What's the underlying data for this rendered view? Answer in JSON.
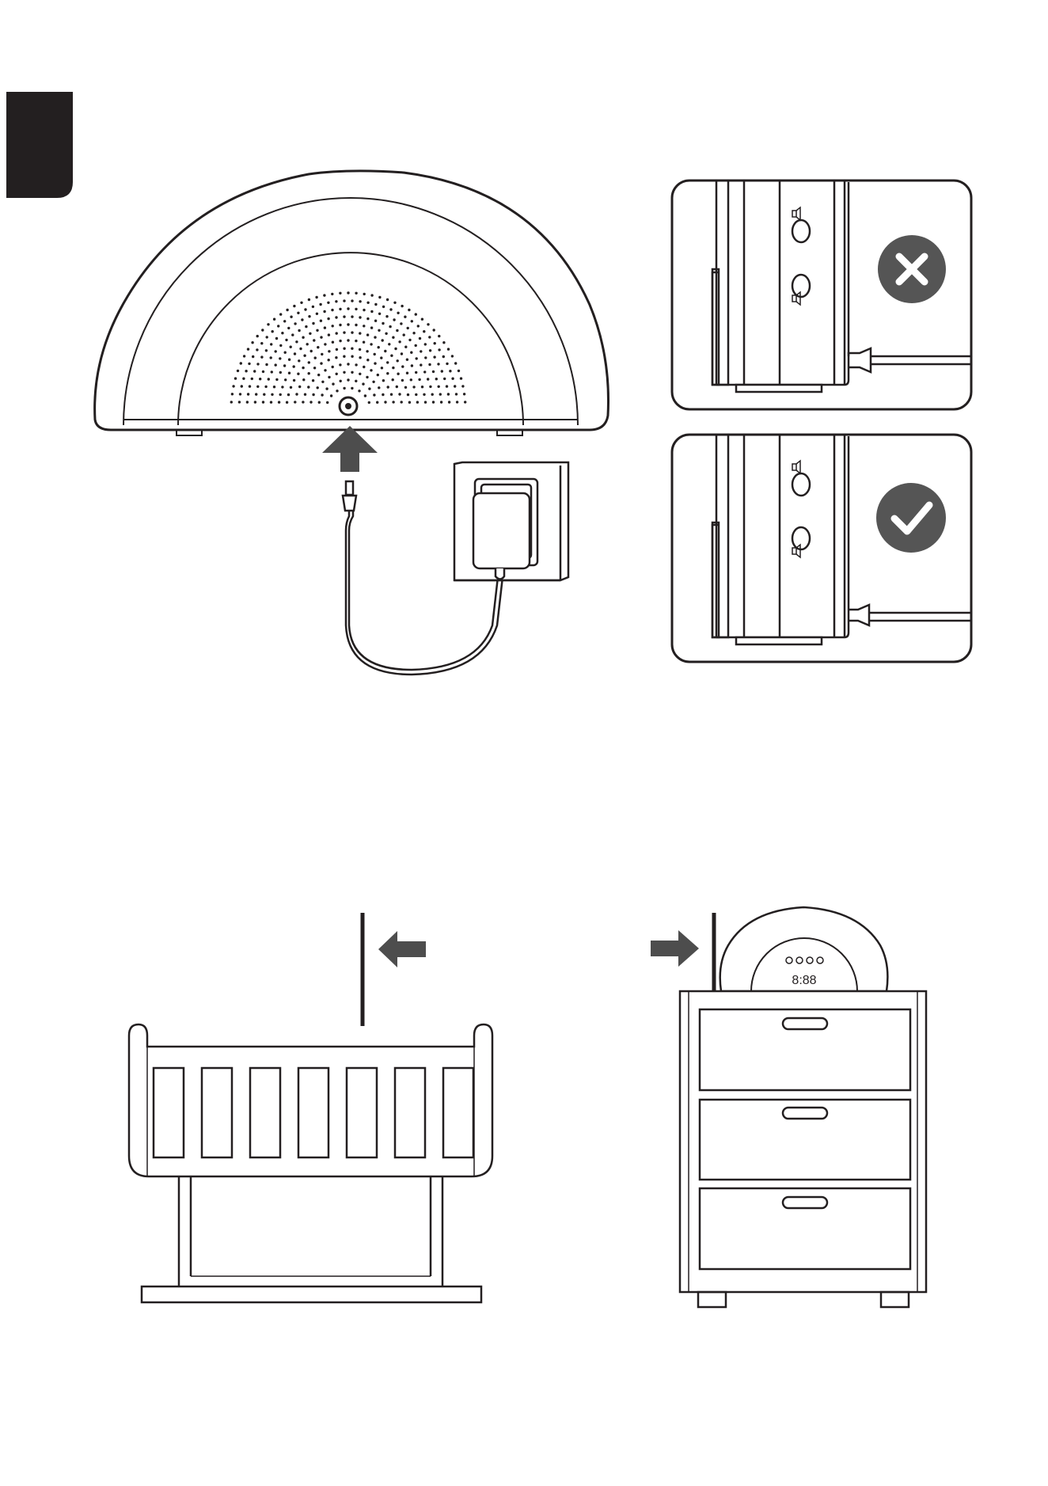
{
  "page": {
    "background": "#ffffff",
    "ink_color": "#231f20",
    "arrow_color": "#4d4d4d",
    "badge_color": "#555555"
  },
  "section_tab": {
    "color": "#231f20",
    "icon": "black-language-tab"
  },
  "setup_illustration": {
    "device": {
      "icon": "half-dome-sound-machine",
      "speaker_grille": "dotted-arcs"
    },
    "arrow": {
      "icon": "up-arrow",
      "meaning": "insert-plug-into-power-port"
    },
    "adapter": {
      "icon": "wall-power-adapter"
    }
  },
  "side_views": [
    {
      "icon": "side-view-cable-not-fully-inserted",
      "badge_icon": "cross-icon",
      "status": "incorrect"
    },
    {
      "icon": "side-view-cable-fully-inserted",
      "badge_icon": "check-icon",
      "status": "correct"
    }
  ],
  "placement_illustration": {
    "crib": {
      "icon": "baby-crib",
      "arrow_icon": "left-arrow"
    },
    "dresser": {
      "icon": "dresser-with-device",
      "arrow_icon": "right-arrow",
      "drawer_count": 3
    }
  }
}
